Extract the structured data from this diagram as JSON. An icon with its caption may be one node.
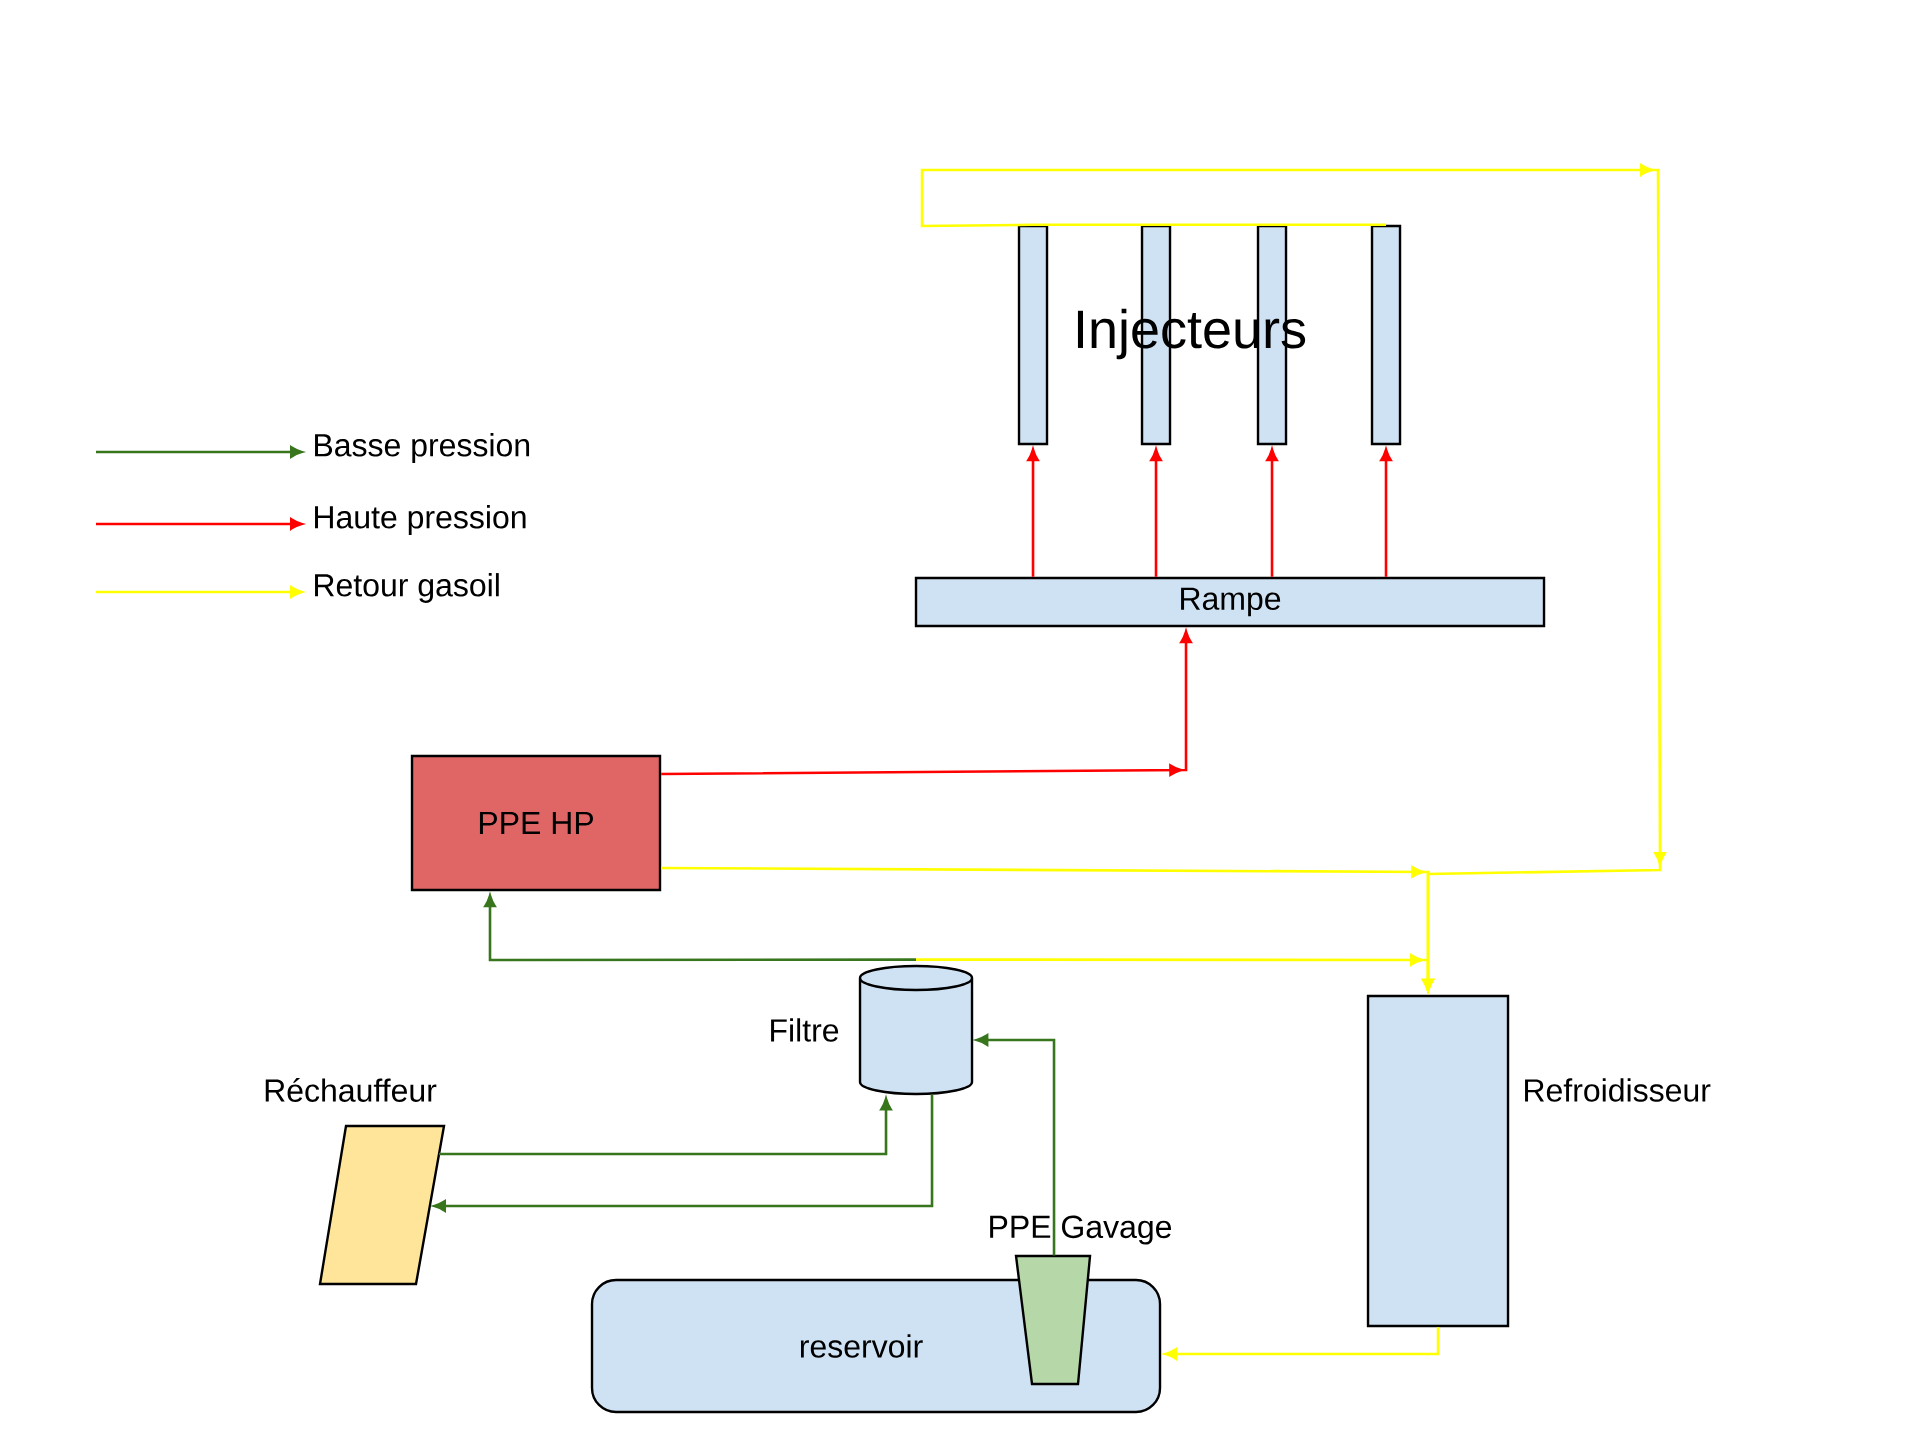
{
  "diagram": {
    "nodes": [
      {
        "text": [
          "Rampe"
        ]
      },
      {
        "text": [],
        "shape": "box"
      },
      {
        "text": [],
        "shape": "box"
      },
      {
        "text": [],
        "shape": "box"
      },
      {
        "text": [],
        "shape": "box"
      },
      {
        "text": [
          "PPE HP"
        ]
      },
      {
        "text": [
          "Filtre"
        ]
      },
      {
        "text": [
          "Réchauffeur"
        ]
      },
      {
        "text": [
          "reservoir"
        ]
      },
      {
        "text": [
          "PPE Gavage"
        ]
      },
      {
        "text": [
          "Refroidisseur"
        ]
      }
    ],
    "edges": [
      {
        "from": 0,
        "to": 1,
        "arrow": "to",
        "color": "#ff0000"
      },
      {
        "from": 0,
        "to": 2,
        "arrow": "to",
        "color": "#ff0000"
      },
      {
        "from": 0,
        "to": 3,
        "arrow": "to",
        "color": "#ff0000"
      },
      {
        "from": 0,
        "to": 4,
        "arrow": "to",
        "color": "#ff0000"
      },
      {
        "from": 5,
        "to": 0,
        "arrow": "to",
        "color": "#ff0000"
      },
      {
        "from": 6,
        "to": 5,
        "arrow": "to",
        "color": "#38761d"
      },
      {
        "from": 6,
        "to": 10,
        "arrow": "to"
      },
      {
        "from": 5,
        "to": 10,
        "arrow": "to"
      },
      {
        "from": 1,
        "to": 10,
        "arrow": "to"
      },
      {
        "from": 2,
        "to": 10,
        "arrow": "to"
      },
      {
        "from": 3,
        "to": 10,
        "arrow": "to"
      },
      {
        "from": 4,
        "to": 10,
        "arrow": "to"
      },
      {
        "from": 10,
        "to": 8,
        "arrow": "to"
      },
      {
        "from": 6,
        "to": 7,
        "arrow": "to",
        "color": "#38761d"
      },
      {
        "from": 7,
        "to": 6,
        "arrow": "to",
        "color": "#38761d"
      },
      {
        "from": 9,
        "to": 6,
        "arrow": "to",
        "color": "#38761d"
      }
    ],
    "labels": [
      "Injecteurs"
    ],
    "legend": [
      {
        "text": "Basse pression"
      },
      {
        "text": "Haute pression"
      },
      {
        "text": "Retour gasoil"
      }
    ]
  }
}
